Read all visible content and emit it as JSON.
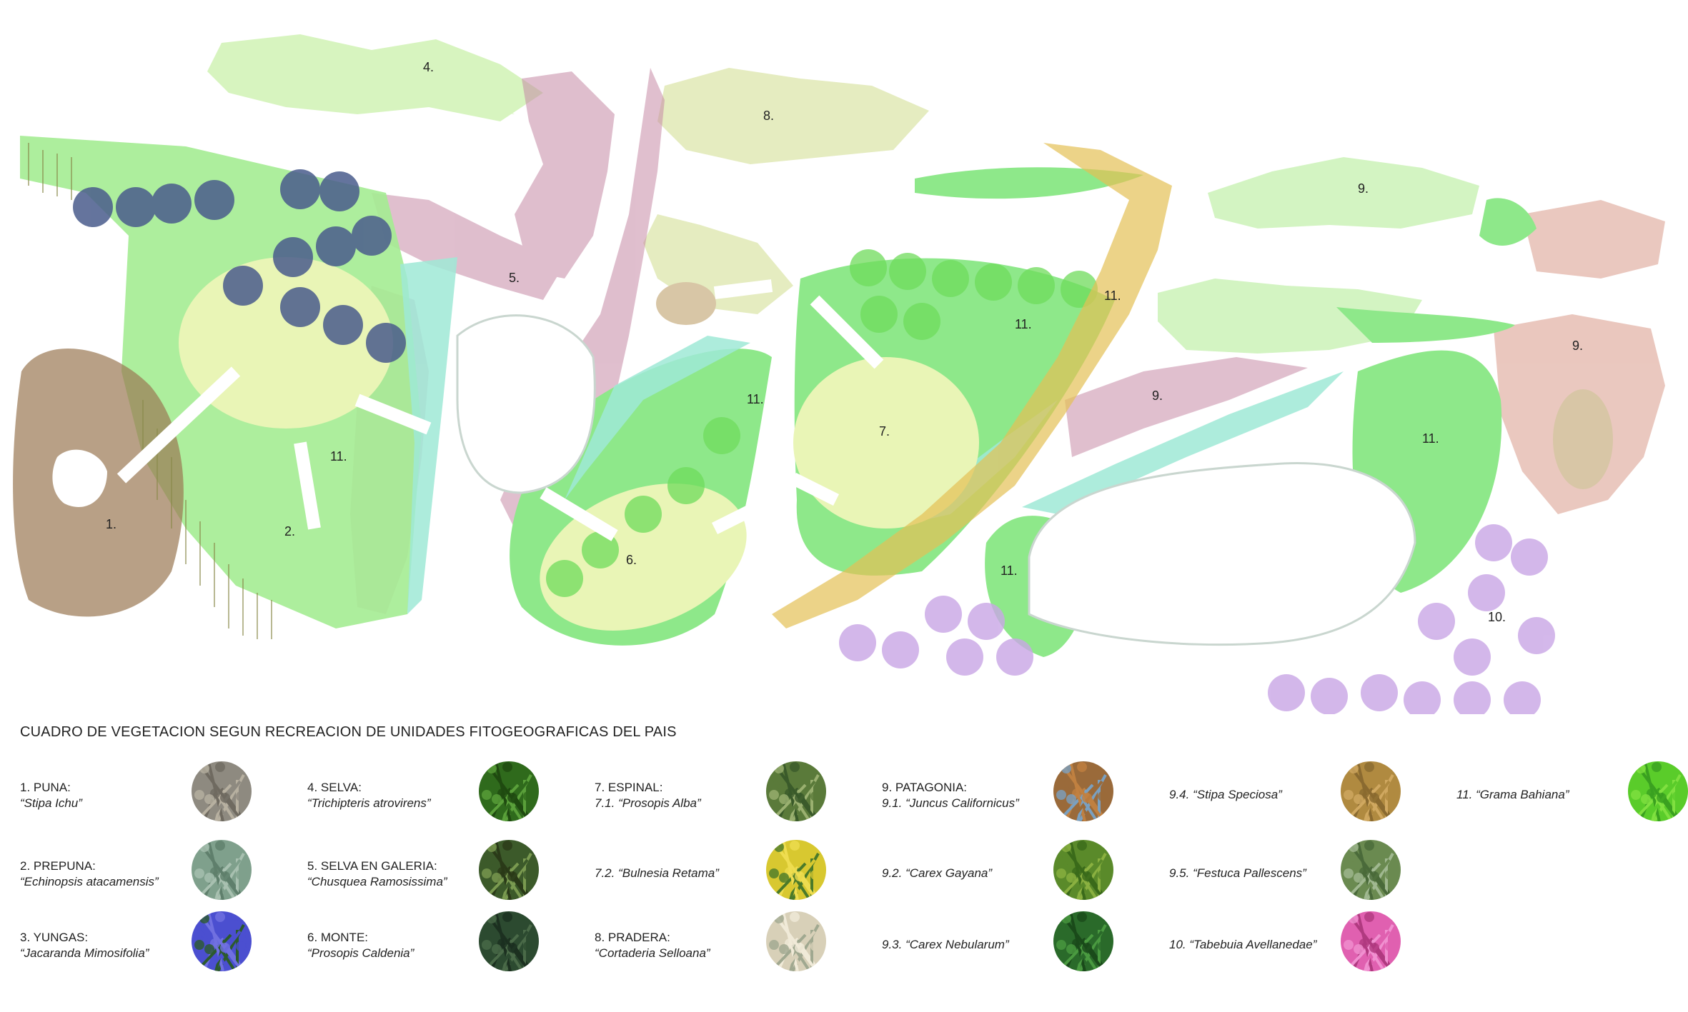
{
  "plan": {
    "zone_labels": {
      "z1": "1.",
      "z2": "2.",
      "z4": "4.",
      "z5": "5.",
      "z6": "6.",
      "z7": "7.",
      "z8": "8.",
      "z9a": "9.",
      "z9b": "9.",
      "z9c": "9.",
      "z10": "10.",
      "z11a": "11.",
      "z11b": "11.",
      "z11c": "11.",
      "z11d": "11.",
      "z11e": "11.",
      "z11f": "11."
    }
  },
  "legend": {
    "title": "CUADRO DE VEGETACION SEGUN RECREACION DE UNIDADES FITOGEOGRAFICAS DEL PAIS",
    "items": [
      {
        "name": "1. PUNA:",
        "species": "“Stipa Ichu”",
        "photo": "dry-grass"
      },
      {
        "name": "2. PREPUNA:",
        "species": "“Echinopsis atacamensis”",
        "photo": "cactus"
      },
      {
        "name": "3. YUNGAS:",
        "species": "“Jacaranda Mimosifolia”",
        "photo": "blue-flowers"
      },
      {
        "name": "4. SELVA:",
        "species": "“Trichipteris atrovirens”",
        "photo": "fern"
      },
      {
        "name": "5. SELVA EN GALERIA:",
        "species": "“Chusquea Ramosissima”",
        "photo": "bamboo"
      },
      {
        "name": "6. MONTE:",
        "species": "“Prosopis Caldenia”",
        "photo": "shrub"
      },
      {
        "name": "7. ESPINAL:",
        "species": "7.1. “Prosopis Alba”",
        "photo": "tree"
      },
      {
        "name": "",
        "species": "7.2. “Bulnesia Retama”",
        "photo": "yellow-flowers"
      },
      {
        "name": "8. PRADERA:",
        "species": "“Cortaderia Selloana”",
        "photo": "pampas-grass"
      },
      {
        "name": "9. PATAGONIA:",
        "species": "9.1. “Juncus Californicus”",
        "photo": "rushes"
      },
      {
        "name": "",
        "species": "9.2. “Carex Gayana”",
        "photo": "sedge"
      },
      {
        "name": "",
        "species": "9.3. “Carex Nebularum”",
        "photo": "green-grass"
      },
      {
        "name": "",
        "species": "9.4. “Stipa Speciosa”",
        "photo": "golden-grass"
      },
      {
        "name": "",
        "species": "9.5. “Festuca Pallescens”",
        "photo": "fine-grass"
      },
      {
        "name": "",
        "species": "10. “Tabebuia Avellanedae”",
        "photo": "pink-flowers"
      },
      {
        "name": "",
        "species": "11. “Grama Bahiana”",
        "photo": "lawn"
      }
    ]
  },
  "colors": {
    "lawn": "#8ee88a",
    "lawn_light": "#b8f0a4",
    "meadow": "#e9f5b6",
    "puna": "#9a7752",
    "mauve": "#c68aa6",
    "selva": "#c7ef9e",
    "pradera": "#dfe7b0",
    "patagonia": "#d99a8a",
    "violet": "#c9a6e6",
    "navy": "#4a5c8c",
    "water": "#9fe9d6",
    "gold": "#e4c055"
  }
}
